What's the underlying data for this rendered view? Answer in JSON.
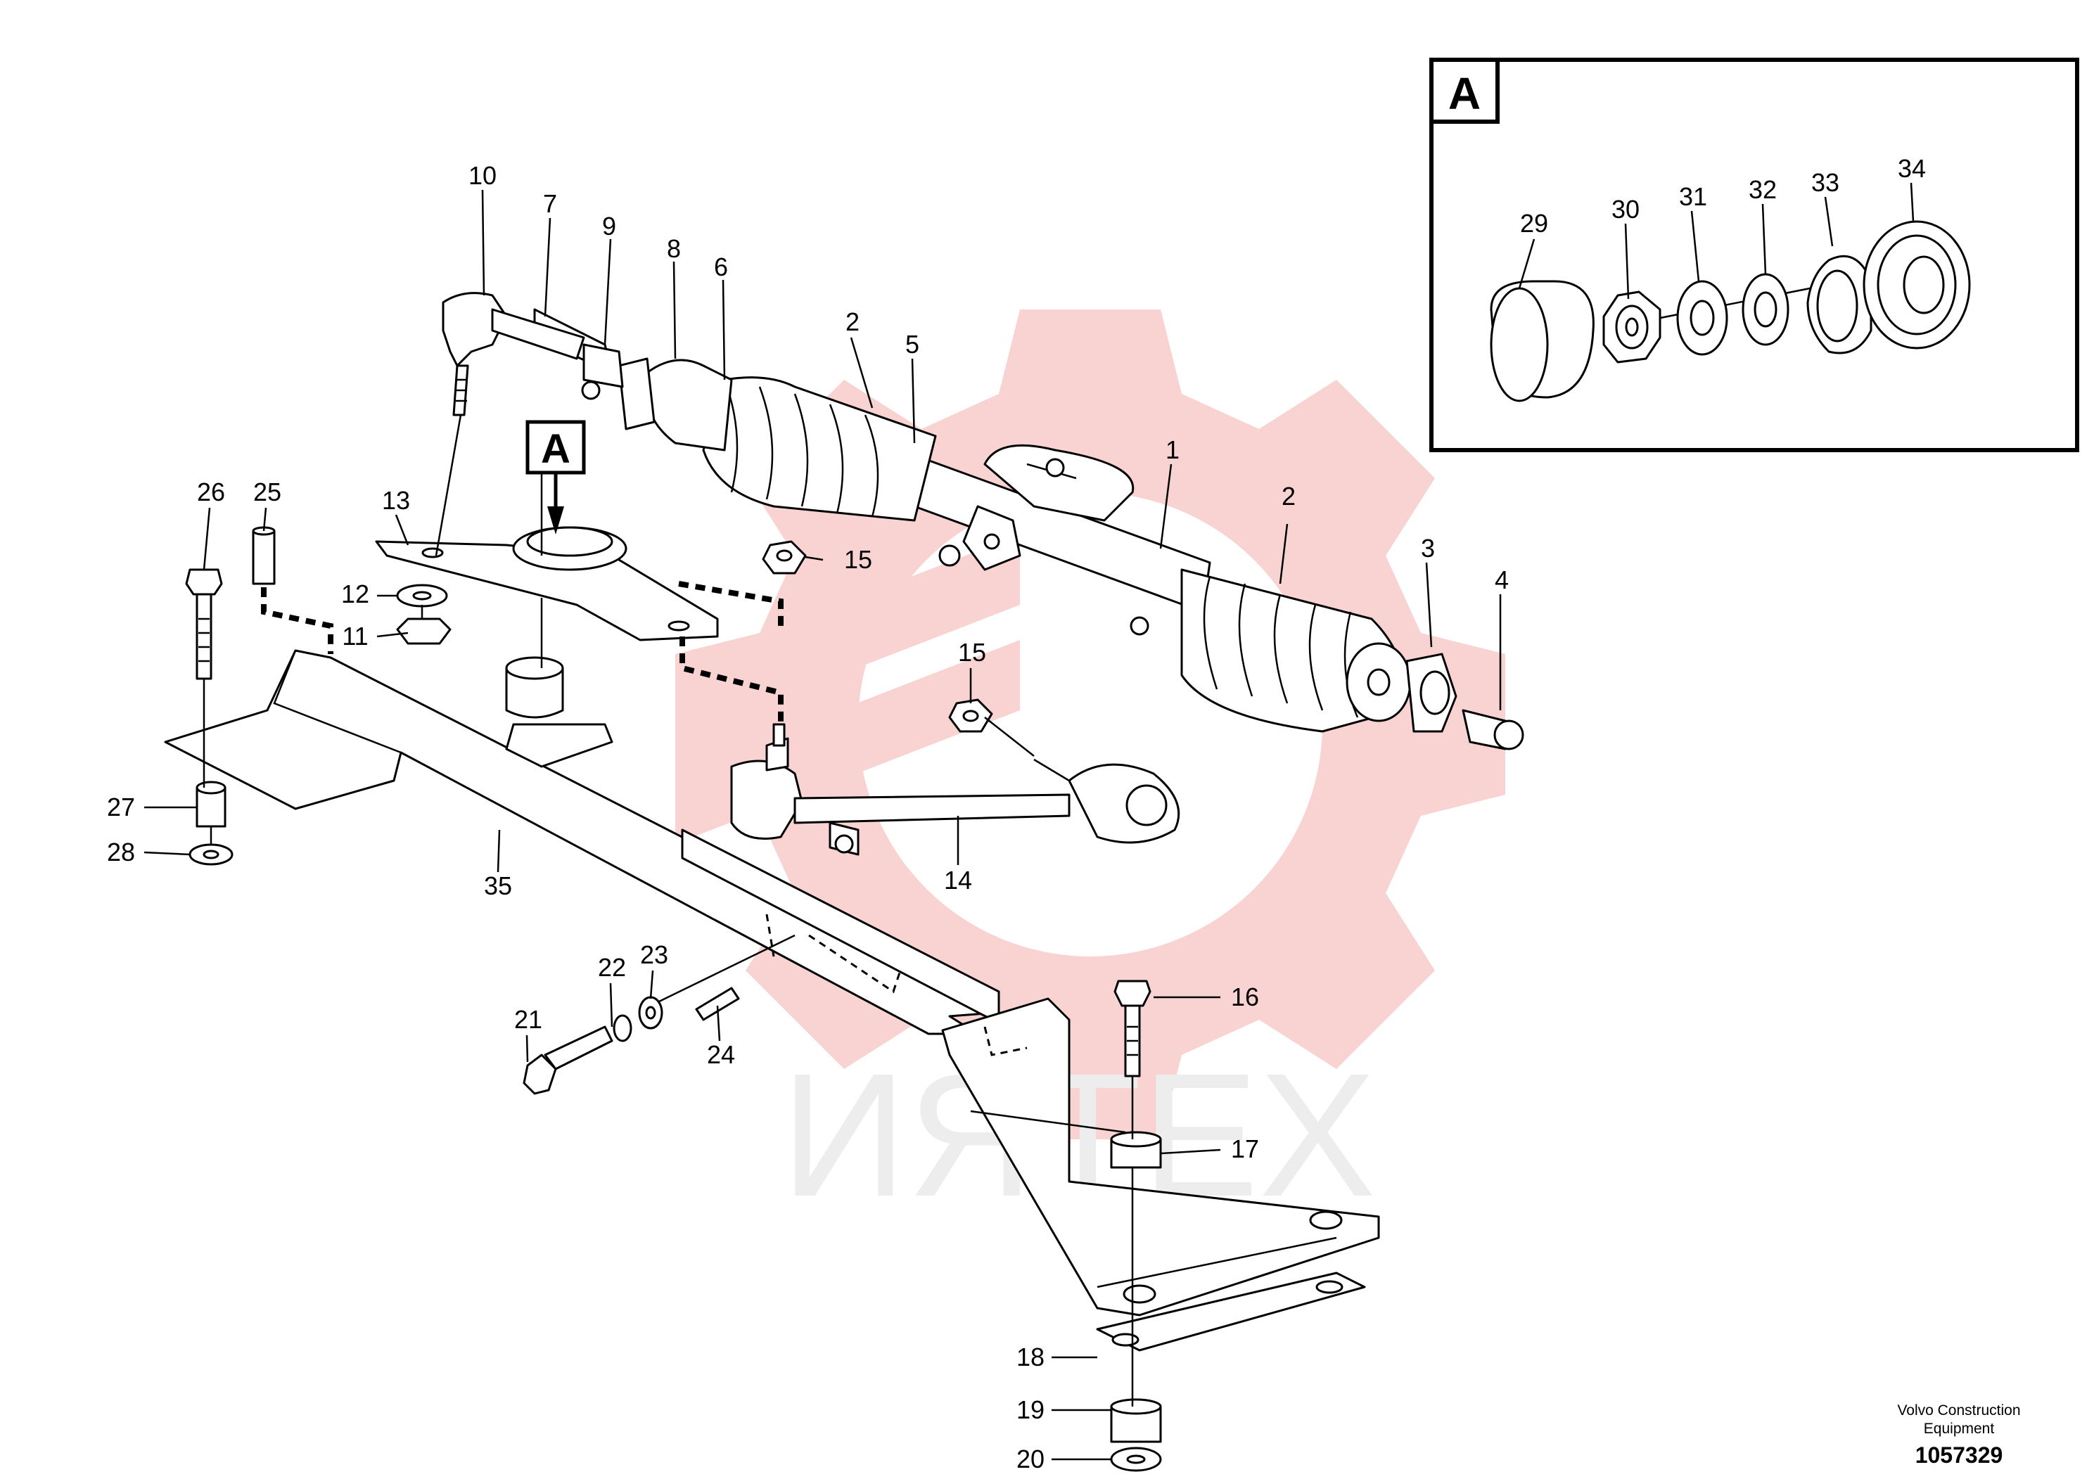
{
  "diagram": {
    "detail_label": "A",
    "detail_marker_label": "A",
    "callouts": [
      {
        "id": "c1",
        "text": "1"
      },
      {
        "id": "c2a",
        "text": "2"
      },
      {
        "id": "c2b",
        "text": "2"
      },
      {
        "id": "c3",
        "text": "3"
      },
      {
        "id": "c4",
        "text": "4"
      },
      {
        "id": "c5",
        "text": "5"
      },
      {
        "id": "c6",
        "text": "6"
      },
      {
        "id": "c7",
        "text": "7"
      },
      {
        "id": "c8",
        "text": "8"
      },
      {
        "id": "c9",
        "text": "9"
      },
      {
        "id": "c10",
        "text": "10"
      },
      {
        "id": "c11",
        "text": "11"
      },
      {
        "id": "c12",
        "text": "12"
      },
      {
        "id": "c13",
        "text": "13"
      },
      {
        "id": "c14",
        "text": "14"
      },
      {
        "id": "c15a",
        "text": "15"
      },
      {
        "id": "c15b",
        "text": "15"
      },
      {
        "id": "c16",
        "text": "16"
      },
      {
        "id": "c17",
        "text": "17"
      },
      {
        "id": "c18",
        "text": "18"
      },
      {
        "id": "c19",
        "text": "19"
      },
      {
        "id": "c20",
        "text": "20"
      },
      {
        "id": "c21",
        "text": "21"
      },
      {
        "id": "c22",
        "text": "22"
      },
      {
        "id": "c23",
        "text": "23"
      },
      {
        "id": "c24",
        "text": "24"
      },
      {
        "id": "c25",
        "text": "25"
      },
      {
        "id": "c26",
        "text": "26"
      },
      {
        "id": "c27",
        "text": "27"
      },
      {
        "id": "c28",
        "text": "28"
      },
      {
        "id": "c29",
        "text": "29"
      },
      {
        "id": "c30",
        "text": "30"
      },
      {
        "id": "c31",
        "text": "31"
      },
      {
        "id": "c32",
        "text": "32"
      },
      {
        "id": "c33",
        "text": "33"
      },
      {
        "id": "c34",
        "text": "34"
      },
      {
        "id": "c35",
        "text": "35"
      }
    ],
    "watermark_text": "ИЯТЕХ",
    "watermark_color": "#f7c9c9"
  },
  "footer": {
    "company_line1": "Volvo Construction",
    "company_line2": "Equipment",
    "drawing_number": "1057329"
  }
}
